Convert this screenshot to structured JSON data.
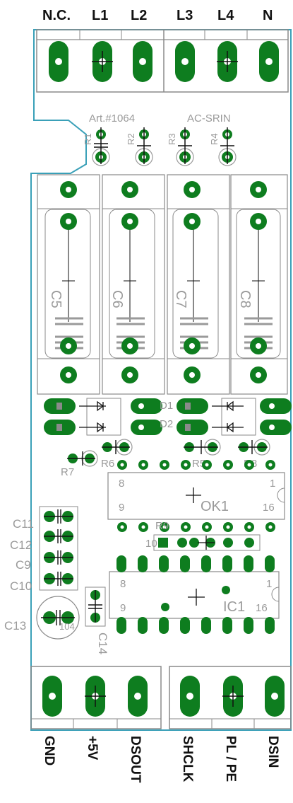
{
  "top_terminals": [
    "N.C.",
    "L1",
    "L2",
    "L3",
    "L4",
    "N"
  ],
  "bottom_terminals": [
    "GND",
    "+5V",
    "DSOUT",
    "SHCLK",
    "PL / PE",
    "DSIN"
  ],
  "board_title": "Art.#1064",
  "board_subtitle": "AC-SRIN",
  "resistors_top": [
    "R1",
    "R2",
    "R3",
    "R4"
  ],
  "capacitors_large": [
    "C5",
    "C6",
    "C7",
    "C8"
  ],
  "diode_labels": [
    "D1",
    "D2"
  ],
  "resistors_mid": [
    "R7",
    "R6",
    "R5",
    "R8"
  ],
  "optocoupler": {
    "ref": "OK1",
    "pin_left_top": "8",
    "pin_left_bottom": "9",
    "pin_right_top": "1",
    "pin_right_bottom": "16"
  },
  "resistor_array": {
    "ref": "R9",
    "pin": "10"
  },
  "ic": {
    "ref": "IC1",
    "pin_left_top": "8",
    "pin_left_bottom": "9",
    "pin_right_top": "1",
    "pin_right_bottom": "16"
  },
  "small_caps": [
    "C11",
    "C12",
    "C9",
    "C10"
  ],
  "electrolytic": "C13",
  "electrolytic_value": "104",
  "cap_c14": "C14",
  "colors": {
    "pad": "#0e7d1f",
    "outline": "#3aa0b8",
    "silk": "#9a9a9a",
    "relay_box": "#8a8a8a"
  }
}
